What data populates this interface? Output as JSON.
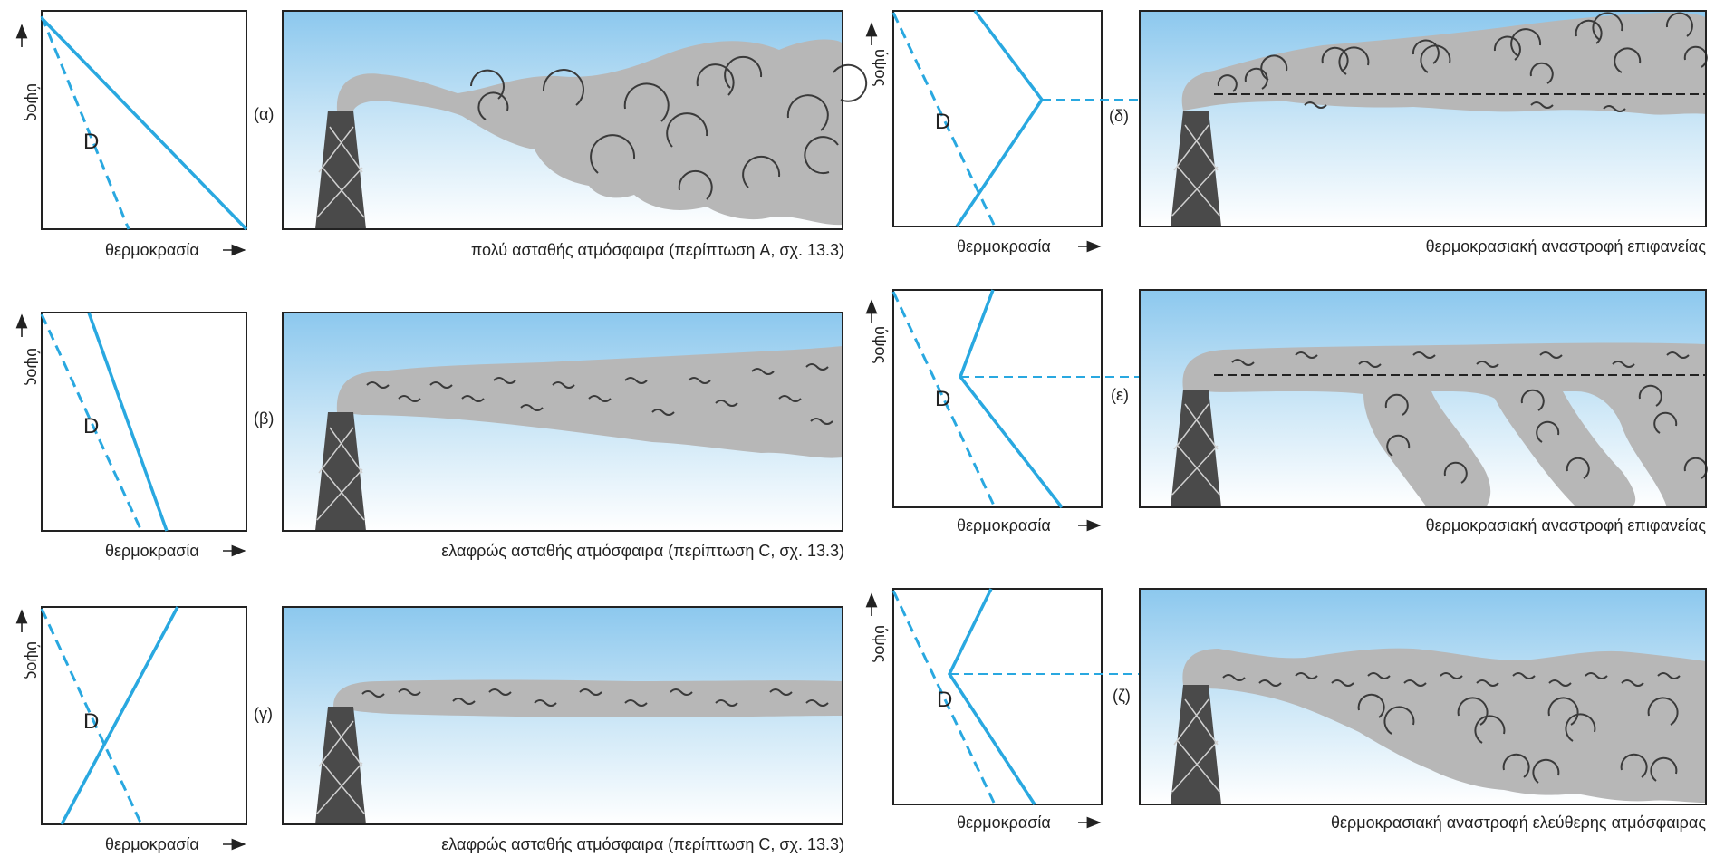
{
  "labels": {
    "temperature": "θερμοκρασία",
    "height": "ύψος",
    "dry_adiabat": "D"
  },
  "panels": [
    {
      "id": "a",
      "letter": "(α)",
      "caption": "πολύ ασταθής ατμόσφαιρα (περίπτωση A, σχ. 13.3)"
    },
    {
      "id": "b",
      "letter": "(β)",
      "caption": "ελαφρώς ασταθής ατμόσφαιρα (περίπτωση C, σχ. 13.3)"
    },
    {
      "id": "c",
      "letter": "(γ)",
      "caption": "ελαφρώς ασταθής ατμόσφαιρα (περίπτωση C, σχ. 13.3)"
    },
    {
      "id": "d",
      "letter": "(δ)",
      "caption": "θερμοκρασιακή αναστροφή επιφανείας"
    },
    {
      "id": "e",
      "letter": "(ε)",
      "caption": "θερμοκρασιακή αναστροφή επιφανείας"
    },
    {
      "id": "f",
      "letter": "(ζ)",
      "caption": "θερμοκρασιακή αναστροφή ελεύθερης ατμόσφαιρας"
    }
  ],
  "colors": {
    "profile_line": "#29a8e0",
    "sky_top": "#8cc8ee",
    "plume": "#b7b7b7",
    "stack": "#4a4a4a"
  }
}
